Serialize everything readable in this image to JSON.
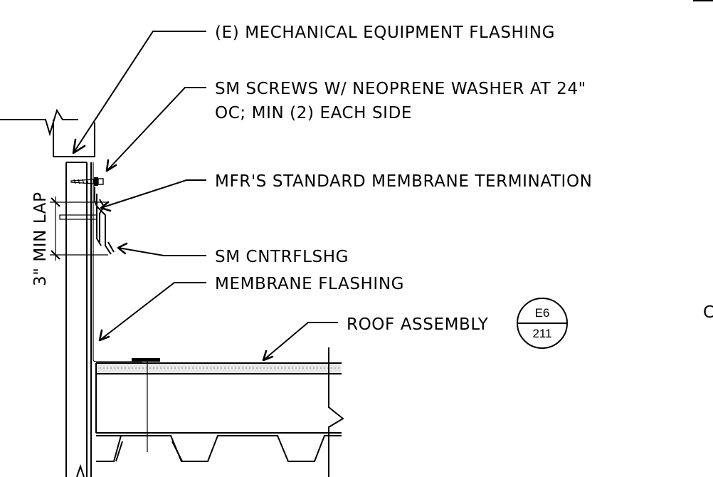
{
  "labels": {
    "mech_flashing": "(E) MECHANICAL EQUIPMENT FLASHING",
    "screws_line1": "SM SCREWS W/ NEOPRENE WASHER AT 24\"",
    "screws_line2": "OC; MIN (2) EACH SIDE",
    "termination": "MFR'S STANDARD MEMBRANE TERMINATION",
    "cntrflshg": "SM CNTRFLSHG",
    "membrane_flashing": "MEMBRANE FLASHING",
    "roof_assembly": "ROOF ASSEMBLY",
    "min_lap": "3\" MIN LAP",
    "edge_fragment": "C"
  },
  "detail_tag": {
    "top": "E6",
    "bottom": "211"
  }
}
